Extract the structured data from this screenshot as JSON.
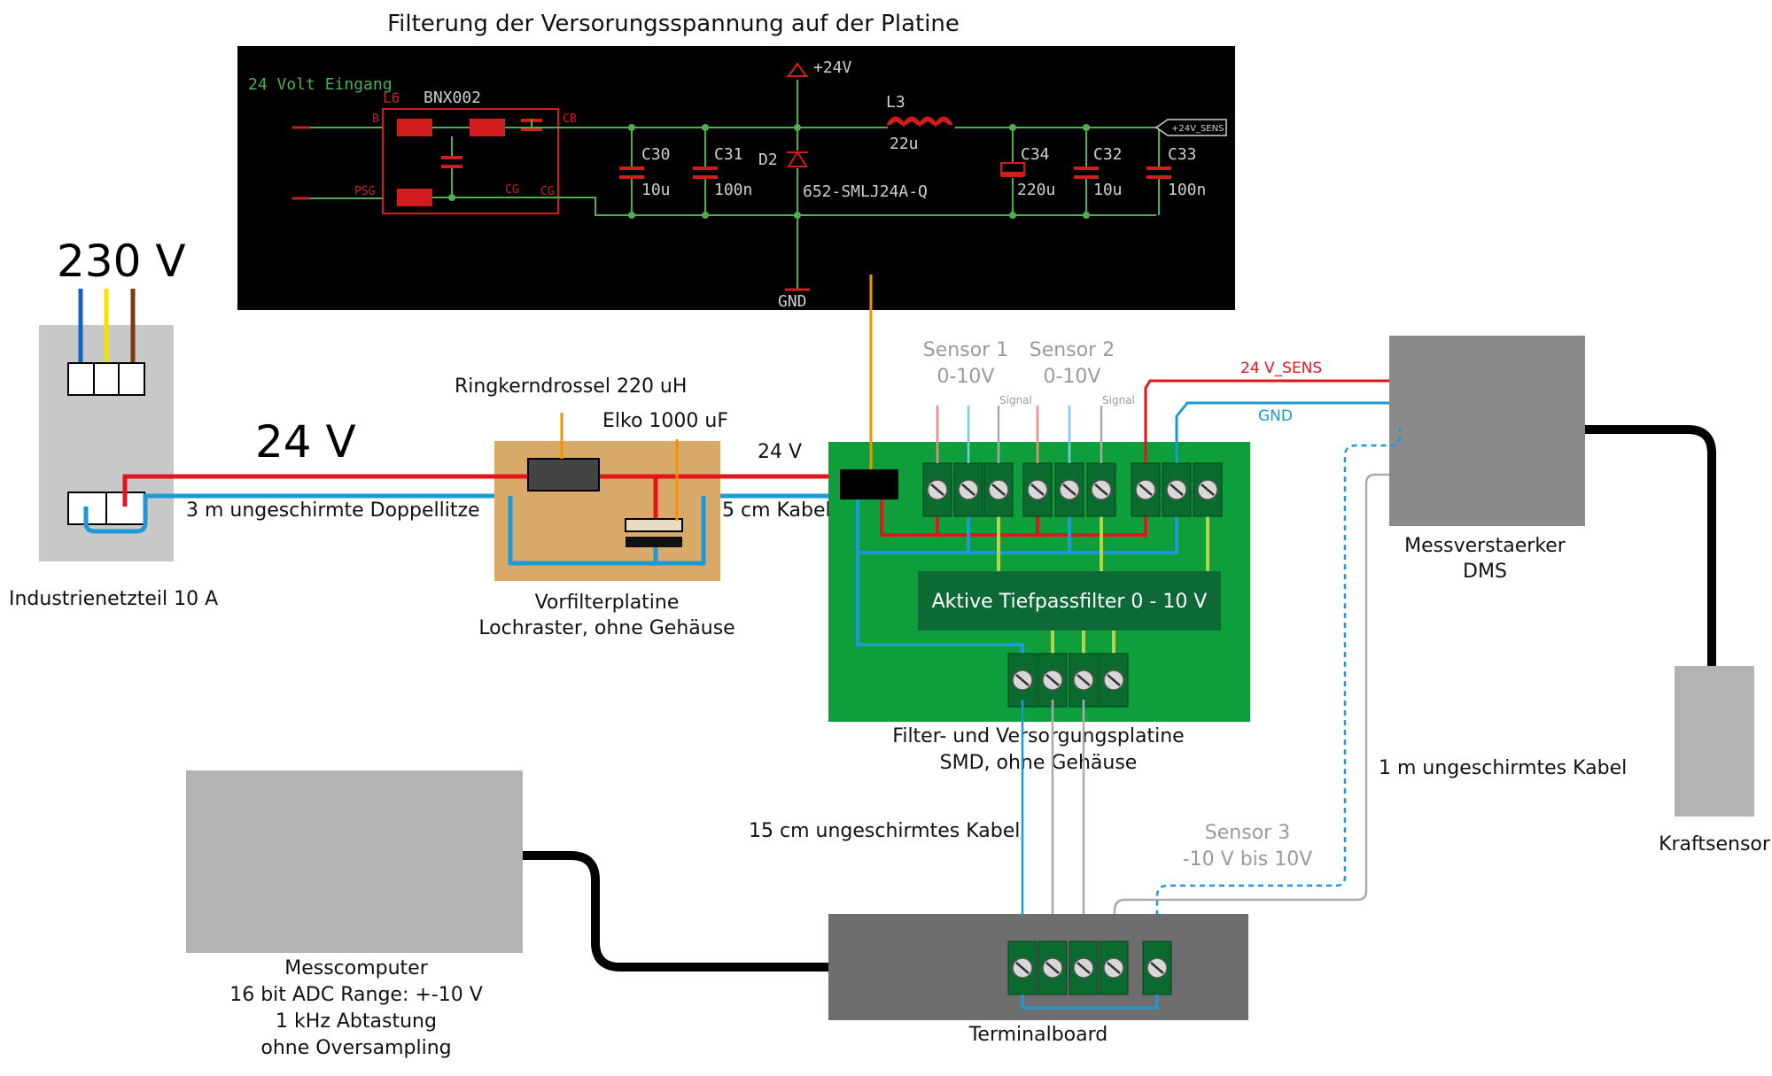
{
  "title": "Filterung der Versorungsspannung auf der Platine",
  "schematic": {
    "input_label": "24 Volt Eingang",
    "l6_ref": "L6",
    "l6_part": "BNX002",
    "pin_b": "B",
    "pin_cb": "CB",
    "pin_psg": "PSG",
    "pin_cg": "CG",
    "pin_cg2": "CG",
    "vcc": "+24V",
    "gnd": "GND",
    "l3_ref": "L3",
    "l3_val": "22u",
    "c30_ref": "C30",
    "c30_val": "10u",
    "c31_ref": "C31",
    "c31_val": "100n",
    "d2_ref": "D2",
    "d2_part": "652-SMLJ24A-Q",
    "c34_ref": "C34",
    "c34_val": "220u",
    "c32_ref": "C32",
    "c32_val": "10u",
    "c33_ref": "C33",
    "c33_val": "100n",
    "net_label": "+24V_SENS"
  },
  "mains": {
    "voltage": "230 V",
    "psu_label": "Industrienetzteil 10 A"
  },
  "supply": {
    "voltage_big": "24 V",
    "cable_label": "3 m ungeschirmte Doppellitze"
  },
  "prefilter": {
    "choke_label": "Ringkerndrossel 220 uH",
    "cap_label": "Elko 1000 uF",
    "line1": "Vorfilterplatine",
    "line2": "Lochraster, ohne Gehäuse"
  },
  "main_board": {
    "voltage_label": "24 V",
    "cable_label": "5 cm Kabel",
    "sensor1_line1": "Sensor 1",
    "sensor1_line2": "0-10V",
    "sensor2_line1": "Sensor 2",
    "sensor2_line2": "0-10V",
    "signal1": "Signal",
    "signal2": "Signal",
    "sens_label": "24 V_SENS",
    "gnd_label": "GND",
    "filter_label": "Aktive Tiefpassfilter 0 - 10 V",
    "line1": "Filter- und Versorgungsplatine",
    "line2": "SMD, ohne Gehäuse"
  },
  "amplifier": {
    "line1": "Messverstaerker",
    "line2": "DMS",
    "cable_label": "1 m ungeschirmtes Kabel"
  },
  "force_sensor": {
    "label": "Kraftsensor"
  },
  "sensor3": {
    "line1": "Sensor 3",
    "line2": "-10 V bis 10V"
  },
  "terminal": {
    "cable_label": "15 cm ungeschirmtes Kabel",
    "label": "Terminalboard"
  },
  "computer": {
    "line1": "Messcomputer",
    "line2": "16 bit ADC Range: +-10 V",
    "line3": "1 kHz Abtastung",
    "line4": "ohne Oversampling"
  },
  "colors": {
    "red_wire": "#e3151a",
    "blue_wire": "#1b9ad6",
    "board_green": "#0e9e3c",
    "terminal_green": "#0b6b2e",
    "filter_box": "#0d6a36",
    "prefilter_board": "#d9a96a",
    "orange_pointer": "#f29400"
  }
}
